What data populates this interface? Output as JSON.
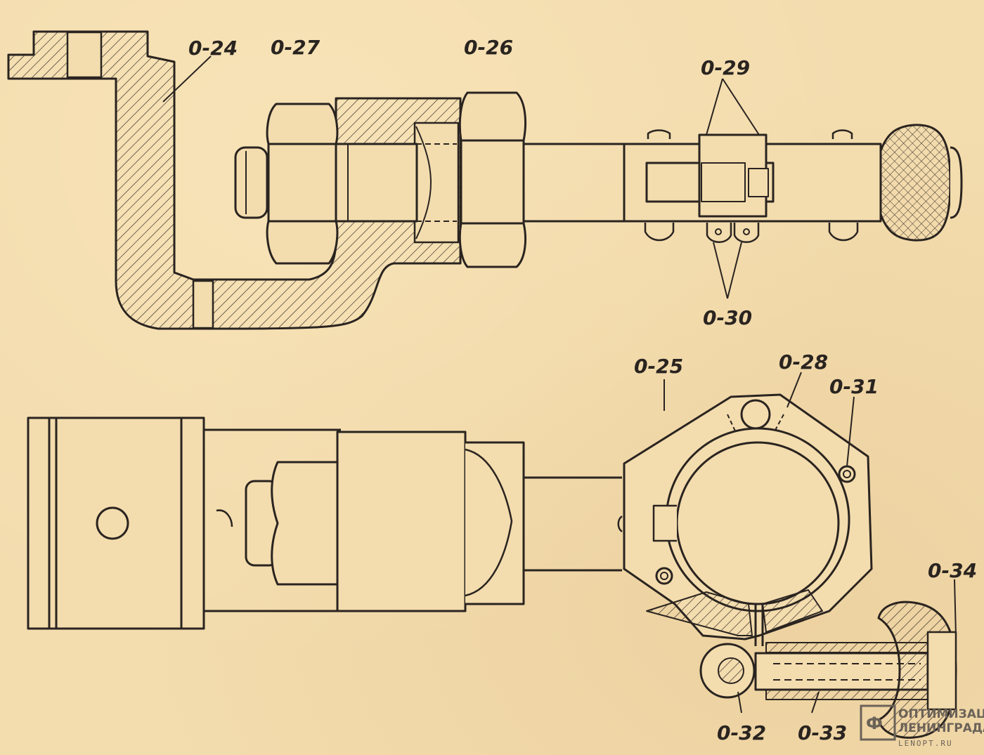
{
  "labels": {
    "l024": "0-24",
    "l027": "0-27",
    "l026": "0-26",
    "l029": "0-29",
    "l030": "0-30",
    "l025": "0-25",
    "l028": "0-28",
    "l031": "0-31",
    "l034": "0-34",
    "l032": "0-32",
    "l033": "0-33"
  },
  "watermark": {
    "line1": "ОПТИМИЗАЦИЯ",
    "line2": "ЛЕНИНГРАДА",
    "site": "LENOPT.RU"
  },
  "colors": {
    "paper": "#f3dcae",
    "ink": "#2a2420"
  }
}
